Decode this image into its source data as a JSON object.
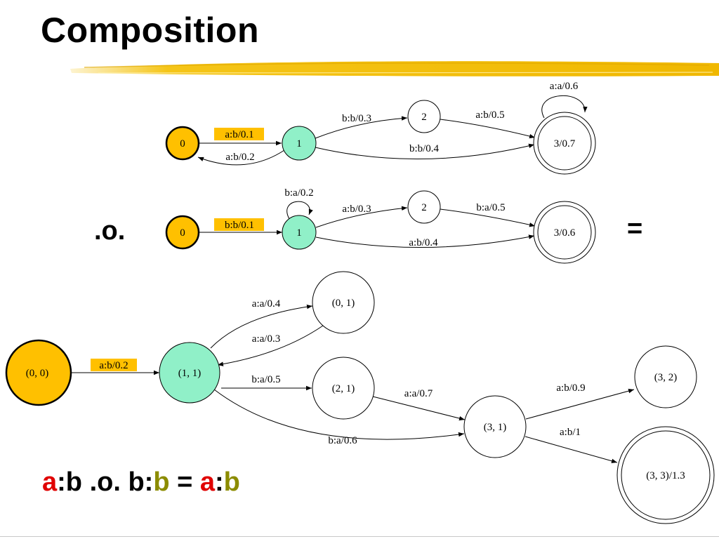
{
  "slide": {
    "title": "Composition",
    "compose_operator": ".o.",
    "equals_sign": "=",
    "formula": {
      "p1": "a",
      "p2": ":b .o. b:",
      "p3": "b",
      "p4": " = ",
      "p5": "a",
      "p6": ":",
      "p7": "b"
    }
  },
  "colors": {
    "start_state": "#ffc000",
    "visited_state": "#90f0c8",
    "highlight_label": "#ffc000",
    "accent_red": "#e00000",
    "accent_olive": "#8c8c00",
    "title_bar": "#f5c518"
  },
  "diagrams": {
    "t1": {
      "states": [
        "0",
        "1",
        "2",
        "3/0.7"
      ],
      "arcs": [
        "a:b/0.1",
        "a:b/0.2",
        "b:b/0.3",
        "b:b/0.4",
        "a:b/0.5",
        "a:a/0.6"
      ]
    },
    "t2": {
      "states": [
        "0",
        "1",
        "2",
        "3/0.6"
      ],
      "arcs": [
        "b:b/0.1",
        "b:a/0.2",
        "a:b/0.3",
        "a:b/0.4",
        "b:a/0.5"
      ]
    },
    "result": {
      "states": [
        "(0, 0)",
        "(1, 1)",
        "(0, 1)",
        "(2, 1)",
        "(3, 1)",
        "(3, 2)",
        "(3, 3)/1.3"
      ],
      "arcs": [
        "a:b/0.2",
        "a:a/0.4",
        "a:a/0.3",
        "b:a/0.5",
        "a:a/0.7",
        "b:a/0.6",
        "a:b/0.9",
        "a:b/1"
      ]
    }
  }
}
